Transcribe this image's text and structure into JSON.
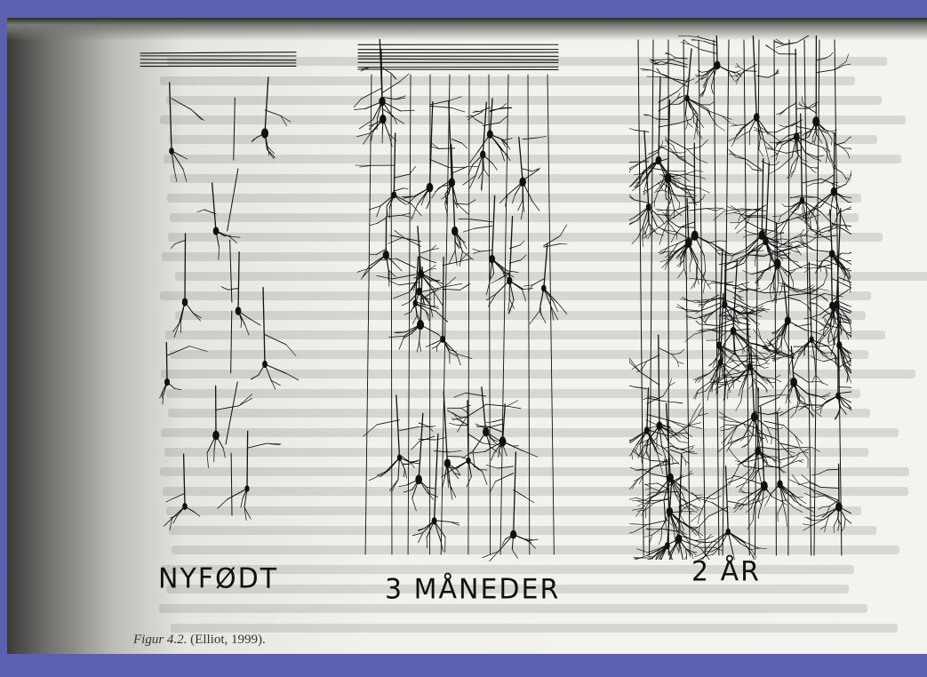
{
  "figure": {
    "panels": [
      {
        "label": "NYFØDT"
      },
      {
        "label": "3 MÅNEDER"
      },
      {
        "label": "2 ÅR"
      }
    ],
    "caption_prefix": "Figur 4.2.",
    "caption_ref": "(Elliot, 1999)."
  }
}
